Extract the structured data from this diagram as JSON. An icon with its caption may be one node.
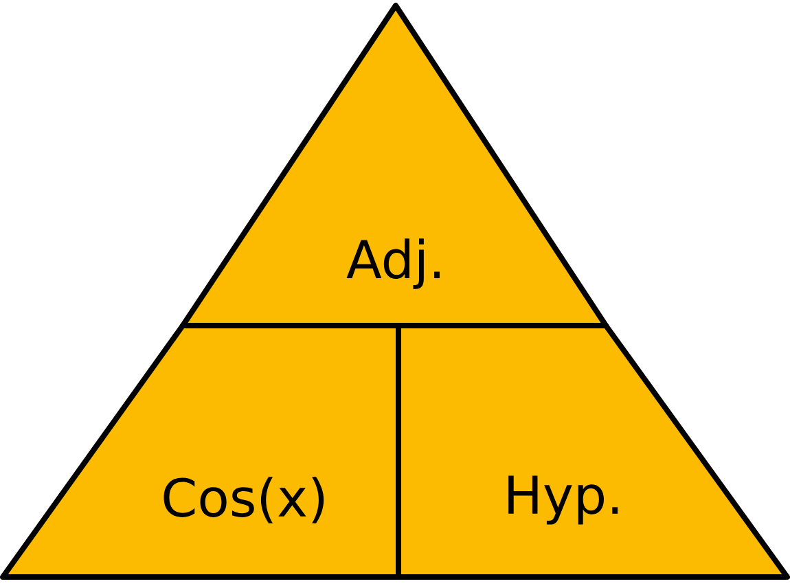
{
  "diagram": {
    "nodes": [
      {
        "text": [
          "Adj."
        ]
      },
      {
        "text": [
          "Cos(x)"
        ]
      },
      {
        "text": [
          "Hyp."
        ]
      }
    ]
  }
}
